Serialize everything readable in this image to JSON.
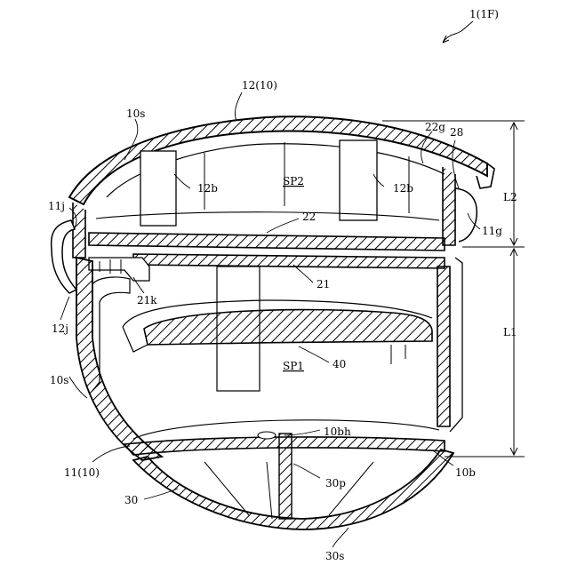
{
  "figure_id": "1(1F)",
  "labels": {
    "c12": "12(10)",
    "s10_top": "10s",
    "g22": "22g",
    "n28": "28",
    "sp2": "SP2",
    "b12_left": "12b",
    "b12_right": "12b",
    "j11": "11j",
    "n22": "22",
    "g11": "11g",
    "n21": "21",
    "k21": "21k",
    "j12": "12j",
    "sp1": "SP1",
    "n40": "40",
    "s10_left": "10s",
    "bh10": "10bh",
    "c11": "11(10)",
    "b10": "10b",
    "p30": "30p",
    "n30": "30",
    "s30": "30s",
    "L1": "L1",
    "L2": "L2"
  },
  "colors": {
    "line": "#000000",
    "background": "#ffffff"
  }
}
